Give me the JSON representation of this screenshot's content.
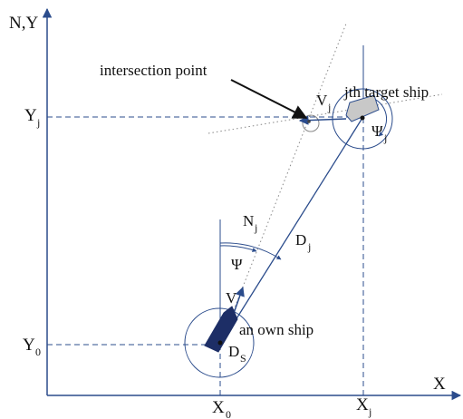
{
  "labels": {
    "y_axis": "N,Y",
    "x_axis": "X",
    "intersection": "intersection point",
    "target_ship": "jth target ship",
    "own_ship": "an own ship",
    "y_j_main": "Y",
    "y_j_sub": "j",
    "y_0_main": "Y",
    "y_0_sub": "0",
    "x_0_main": "X",
    "x_0_sub": "0",
    "x_j_main": "X",
    "x_j_sub": "j",
    "v_j_main": "V",
    "v_j_sub": "j",
    "psi_j_main": "Ψ",
    "psi_j_sub": "j",
    "n_j_main": "N",
    "n_j_sub": "j",
    "d_j_main": "D",
    "d_j_sub": "j",
    "d_s_main": "D",
    "d_s_sub": "S",
    "psi": "Ψ",
    "v": "V"
  },
  "colors": {
    "line": "#2b4c8c",
    "ship_own": "#1d2e66",
    "ship_target": "#c8c8c8",
    "text": "#111111"
  },
  "icons": {
    "own_ship": "own-ship-icon",
    "target_ship": "target-ship-icon"
  }
}
